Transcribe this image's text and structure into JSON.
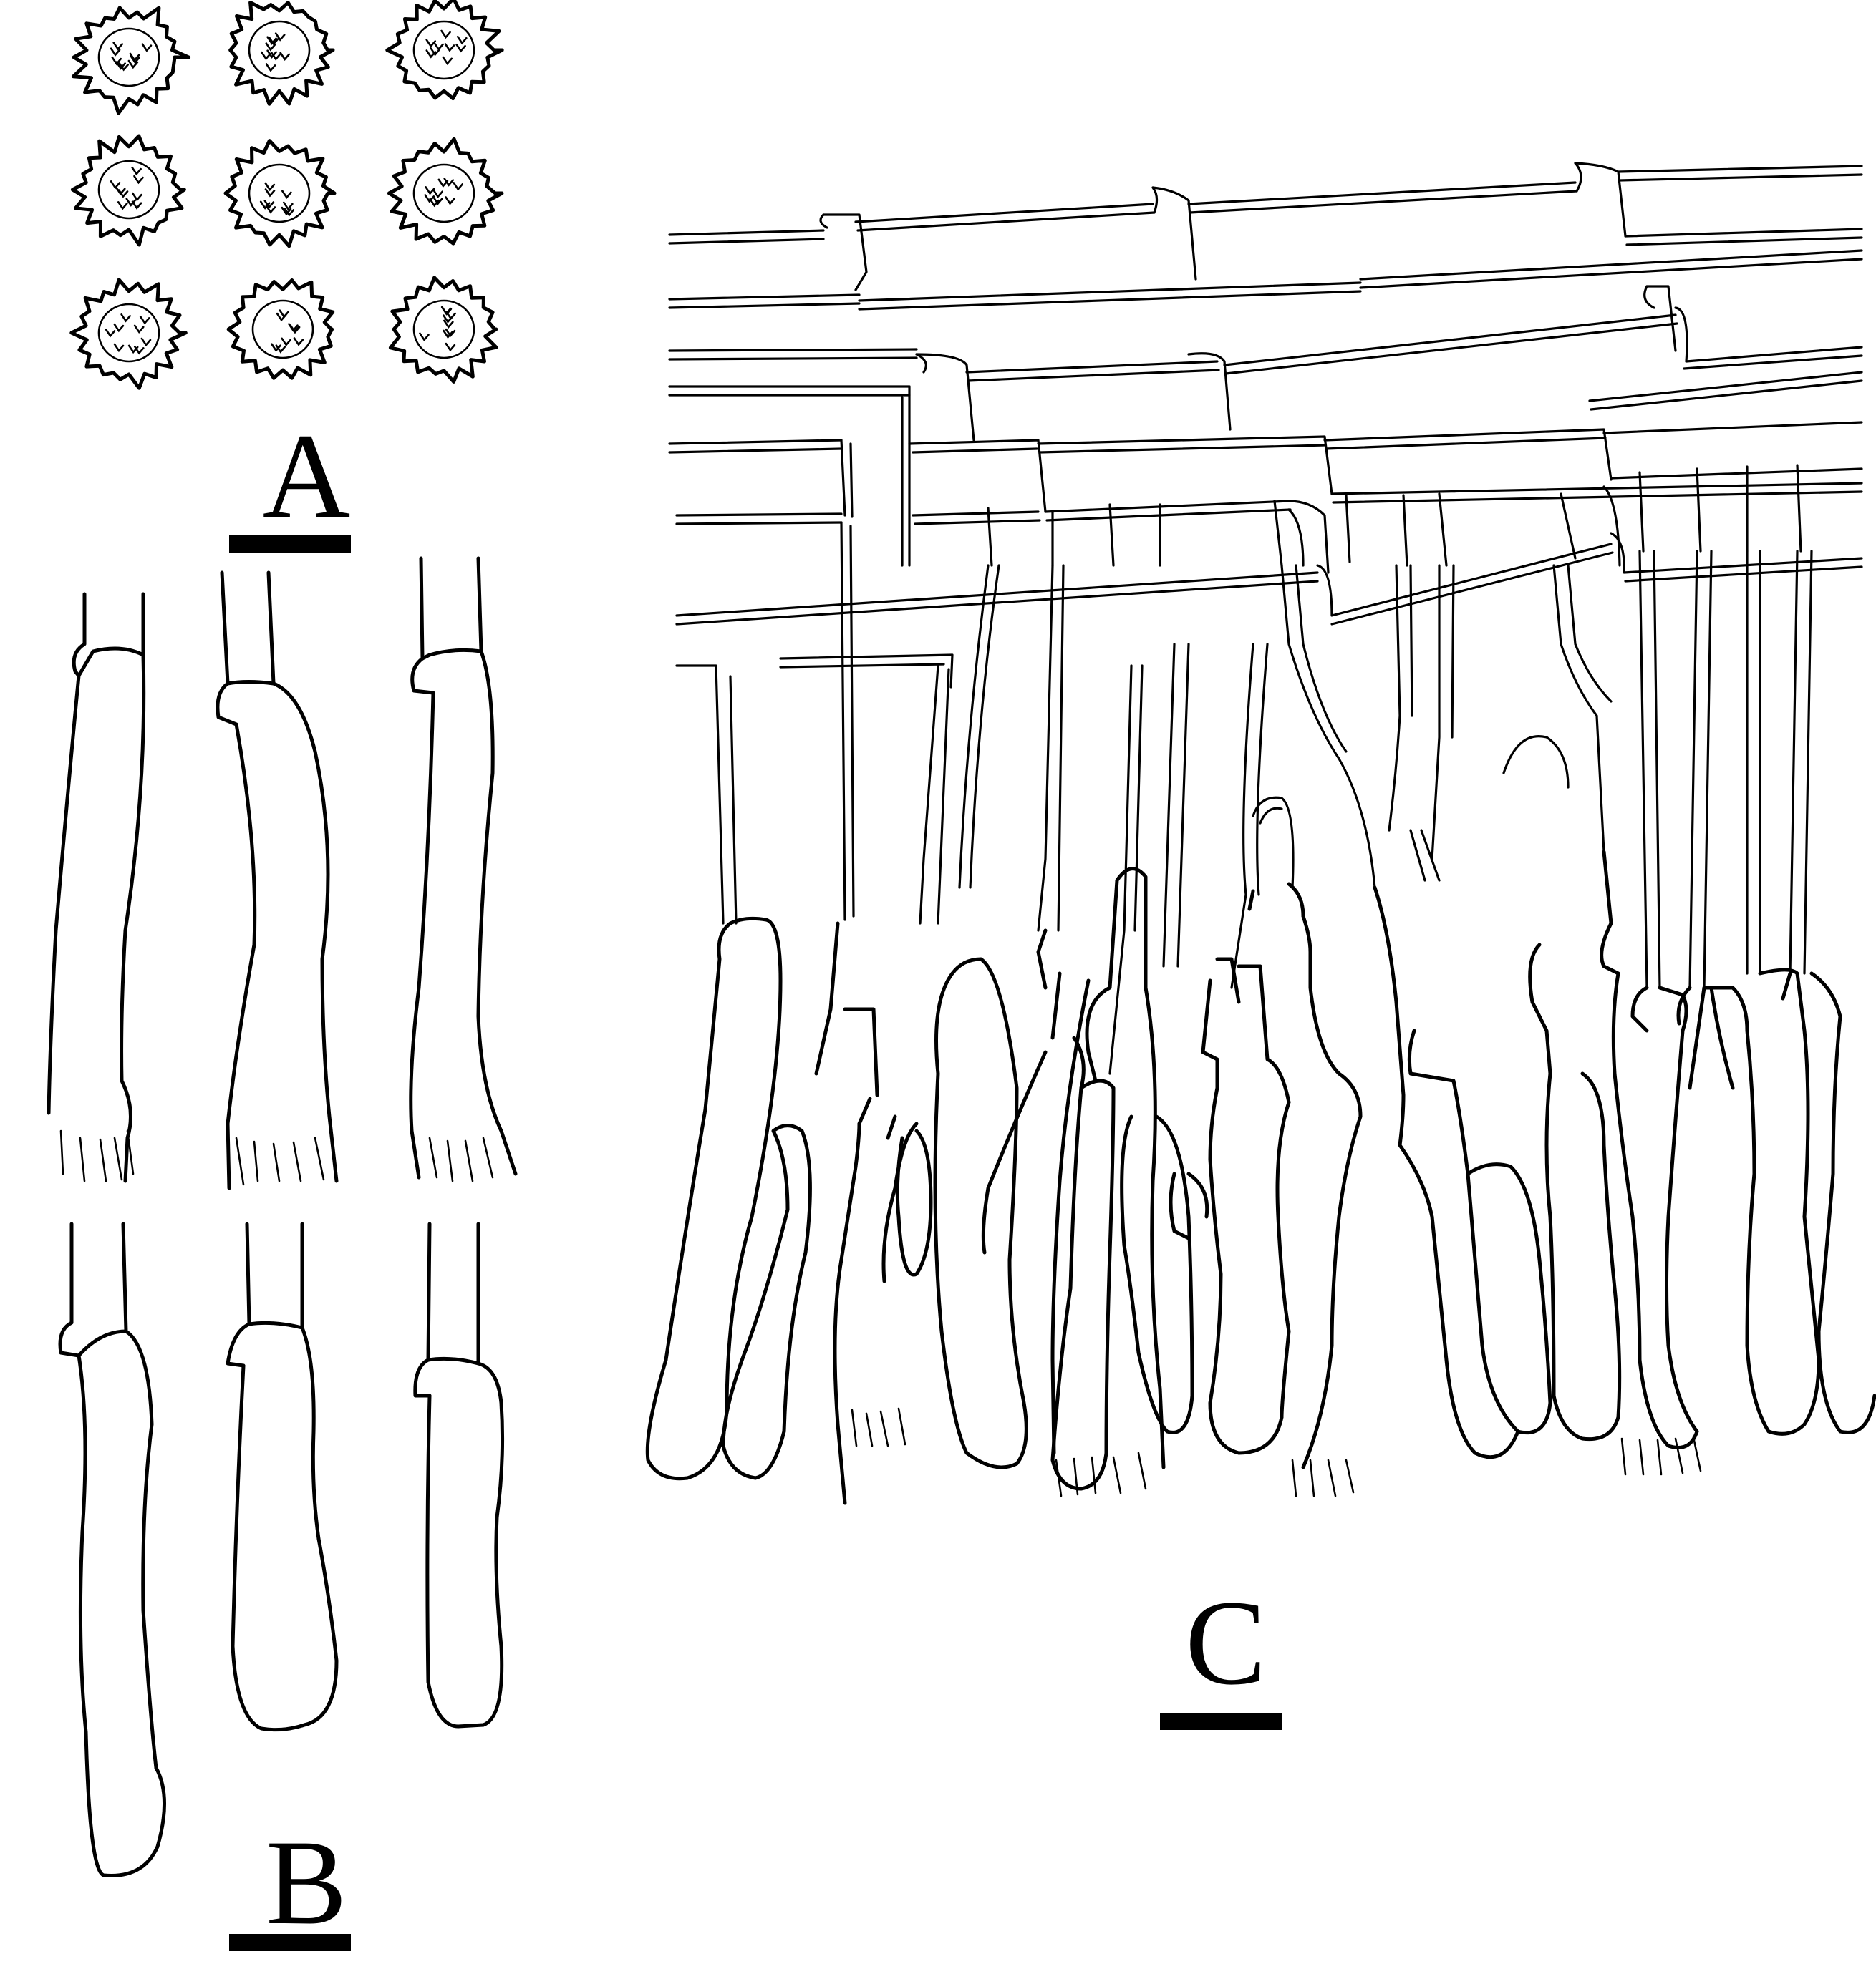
{
  "figure": {
    "panels": [
      {
        "id": "A",
        "label": "A"
      },
      {
        "id": "B",
        "label": "B"
      },
      {
        "id": "C",
        "label": "C"
      }
    ],
    "colors": {
      "ink": "#000000",
      "background": "#ffffff"
    }
  }
}
